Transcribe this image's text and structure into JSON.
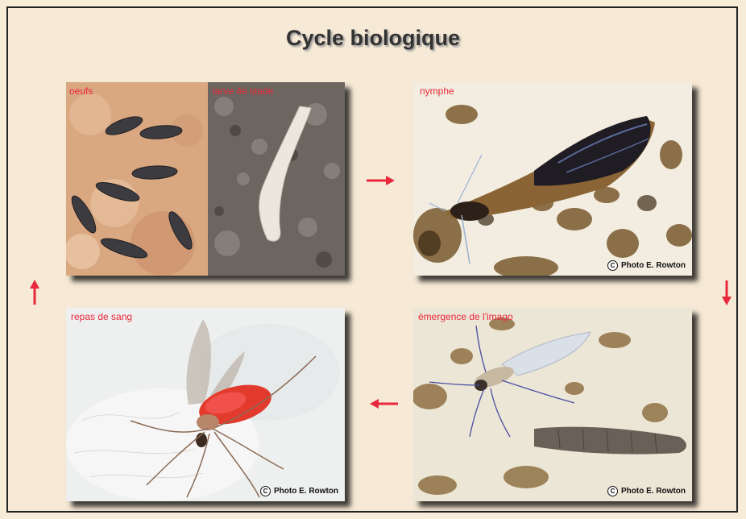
{
  "title": "Cycle biologique",
  "stages": {
    "eggs": "oeufs",
    "larva": "larve 4e stade",
    "pupa": "nymphe",
    "emergence": "émergence de l'imago",
    "blood_meal": "repas de sang"
  },
  "credit_symbol": "C",
  "credit_text": "Photo E. Rowton",
  "arrow_color": "#e8283c",
  "label_color": "#e8283c"
}
